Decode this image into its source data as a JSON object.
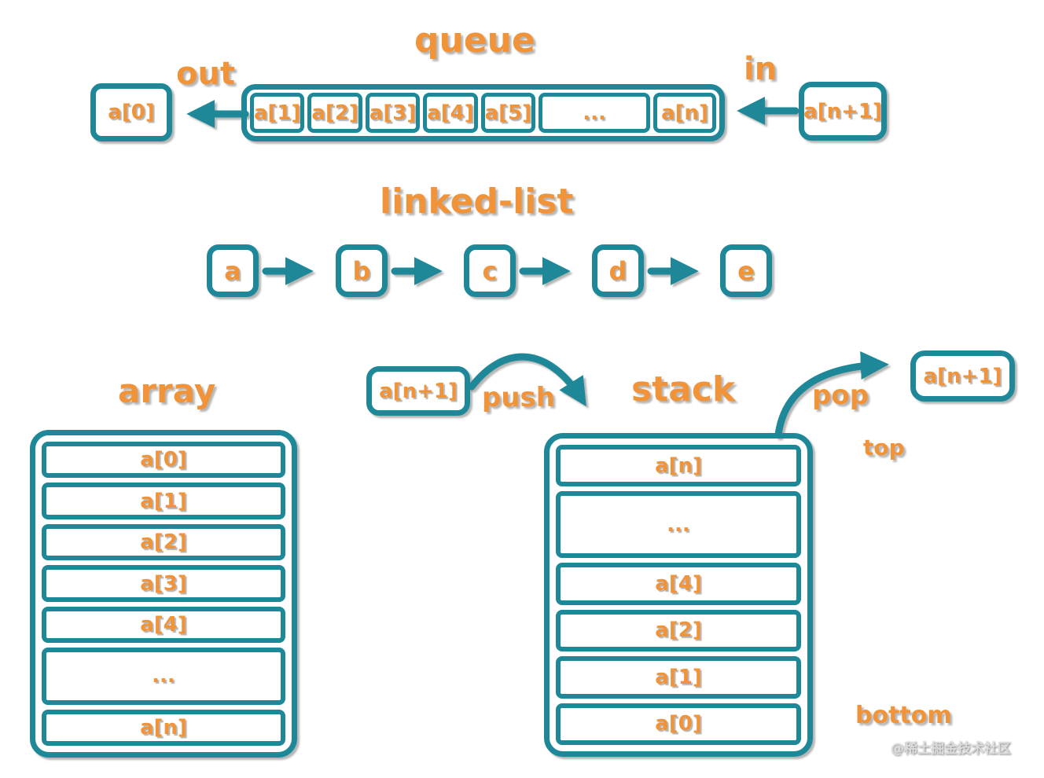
{
  "colors": {
    "teal": "#1e8899",
    "orange": "#f09339"
  },
  "queue": {
    "title": "queue",
    "out_label": "out",
    "in_label": "in",
    "dequeued_cell": "a[0]",
    "cells": [
      "a[1]",
      "a[2]",
      "a[3]",
      "a[4]",
      "a[5]",
      "...",
      "a[n]"
    ],
    "enqueue_cell": "a[n+1]"
  },
  "linked_list": {
    "title": "linked-list",
    "nodes": [
      "a",
      "b",
      "c",
      "d",
      "e"
    ]
  },
  "array": {
    "title": "array",
    "rows": [
      "a[0]",
      "a[1]",
      "a[2]",
      "a[3]",
      "a[4]",
      "...",
      "a[n]"
    ]
  },
  "stack": {
    "title": "stack",
    "push_value": "a[n+1]",
    "push_label": "push",
    "pop_label": "pop",
    "pop_value": "a[n+1]",
    "top_label": "top",
    "bottom_label": "bottom",
    "rows": [
      "a[n]",
      "...",
      "a[4]",
      "a[2]",
      "a[1]",
      "a[0]"
    ]
  },
  "watermark": "@稀土掘金技术社区"
}
